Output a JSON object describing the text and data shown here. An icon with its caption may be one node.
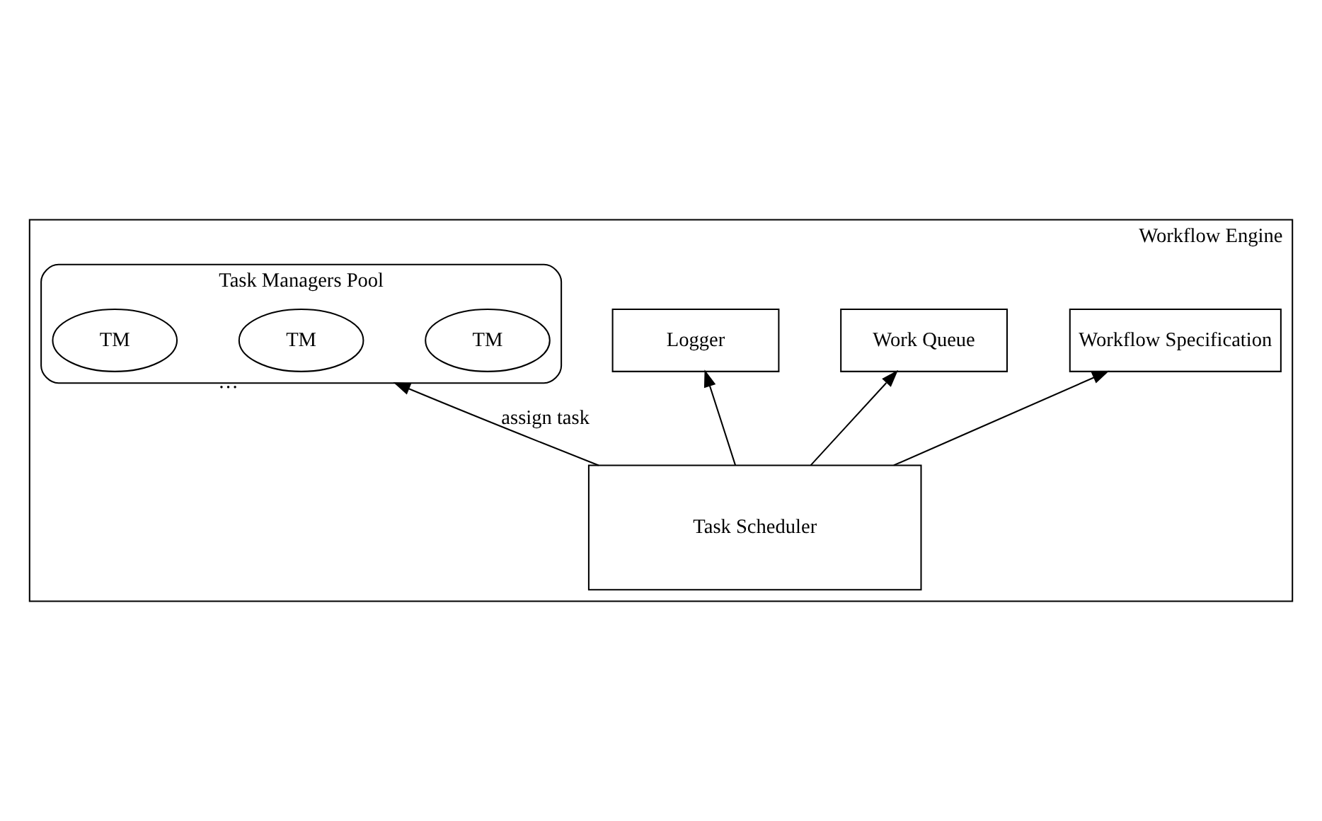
{
  "diagram": {
    "nodes": [
      {
        "text": [
          "Workflow Engine"
        ]
      },
      {
        "text": [
          "Task Managers Pool"
        ],
        "in": 0
      },
      {
        "text": [
          "TM"
        ],
        "in": 1
      },
      {
        "text": [
          "TM"
        ],
        "in": 1,
        "beside": [
          "…"
        ]
      },
      {
        "text": [
          "TM"
        ],
        "in": 1
      },
      {
        "text": [
          "Logger"
        ],
        "in": 0
      },
      {
        "text": [
          "Work Queue"
        ],
        "in": 0
      },
      {
        "text": [
          "Task Scheduler"
        ],
        "in": 0
      },
      {
        "text": [
          "Workflow Specification"
        ],
        "in": 0
      }
    ],
    "edges": [
      {
        "from": 7,
        "to": 1,
        "arrow": "to",
        "label": "assign task"
      },
      {
        "from": 7,
        "to": 5,
        "arrow": "to"
      },
      {
        "from": 7,
        "to": 6,
        "arrow": "to"
      },
      {
        "from": 7,
        "to": 8,
        "arrow": "to"
      }
    ]
  }
}
